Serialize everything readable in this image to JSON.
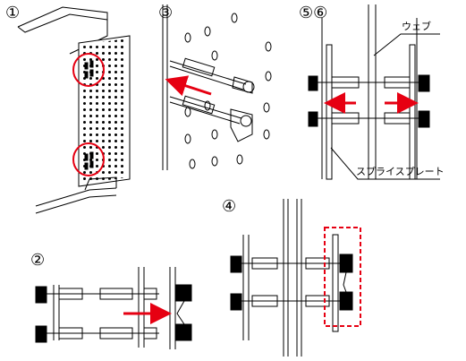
{
  "steps": {
    "s1": "①",
    "s2": "②",
    "s3": "③",
    "s4": "④",
    "s56": "⑤⑥"
  },
  "callouts": {
    "web": "ウェブ",
    "splice_plate": "スプライスプレート"
  },
  "colors": {
    "arrow": "#e60012",
    "highlight_circle": "#e60012",
    "highlight_box": "#e60012",
    "line": "#000000"
  }
}
